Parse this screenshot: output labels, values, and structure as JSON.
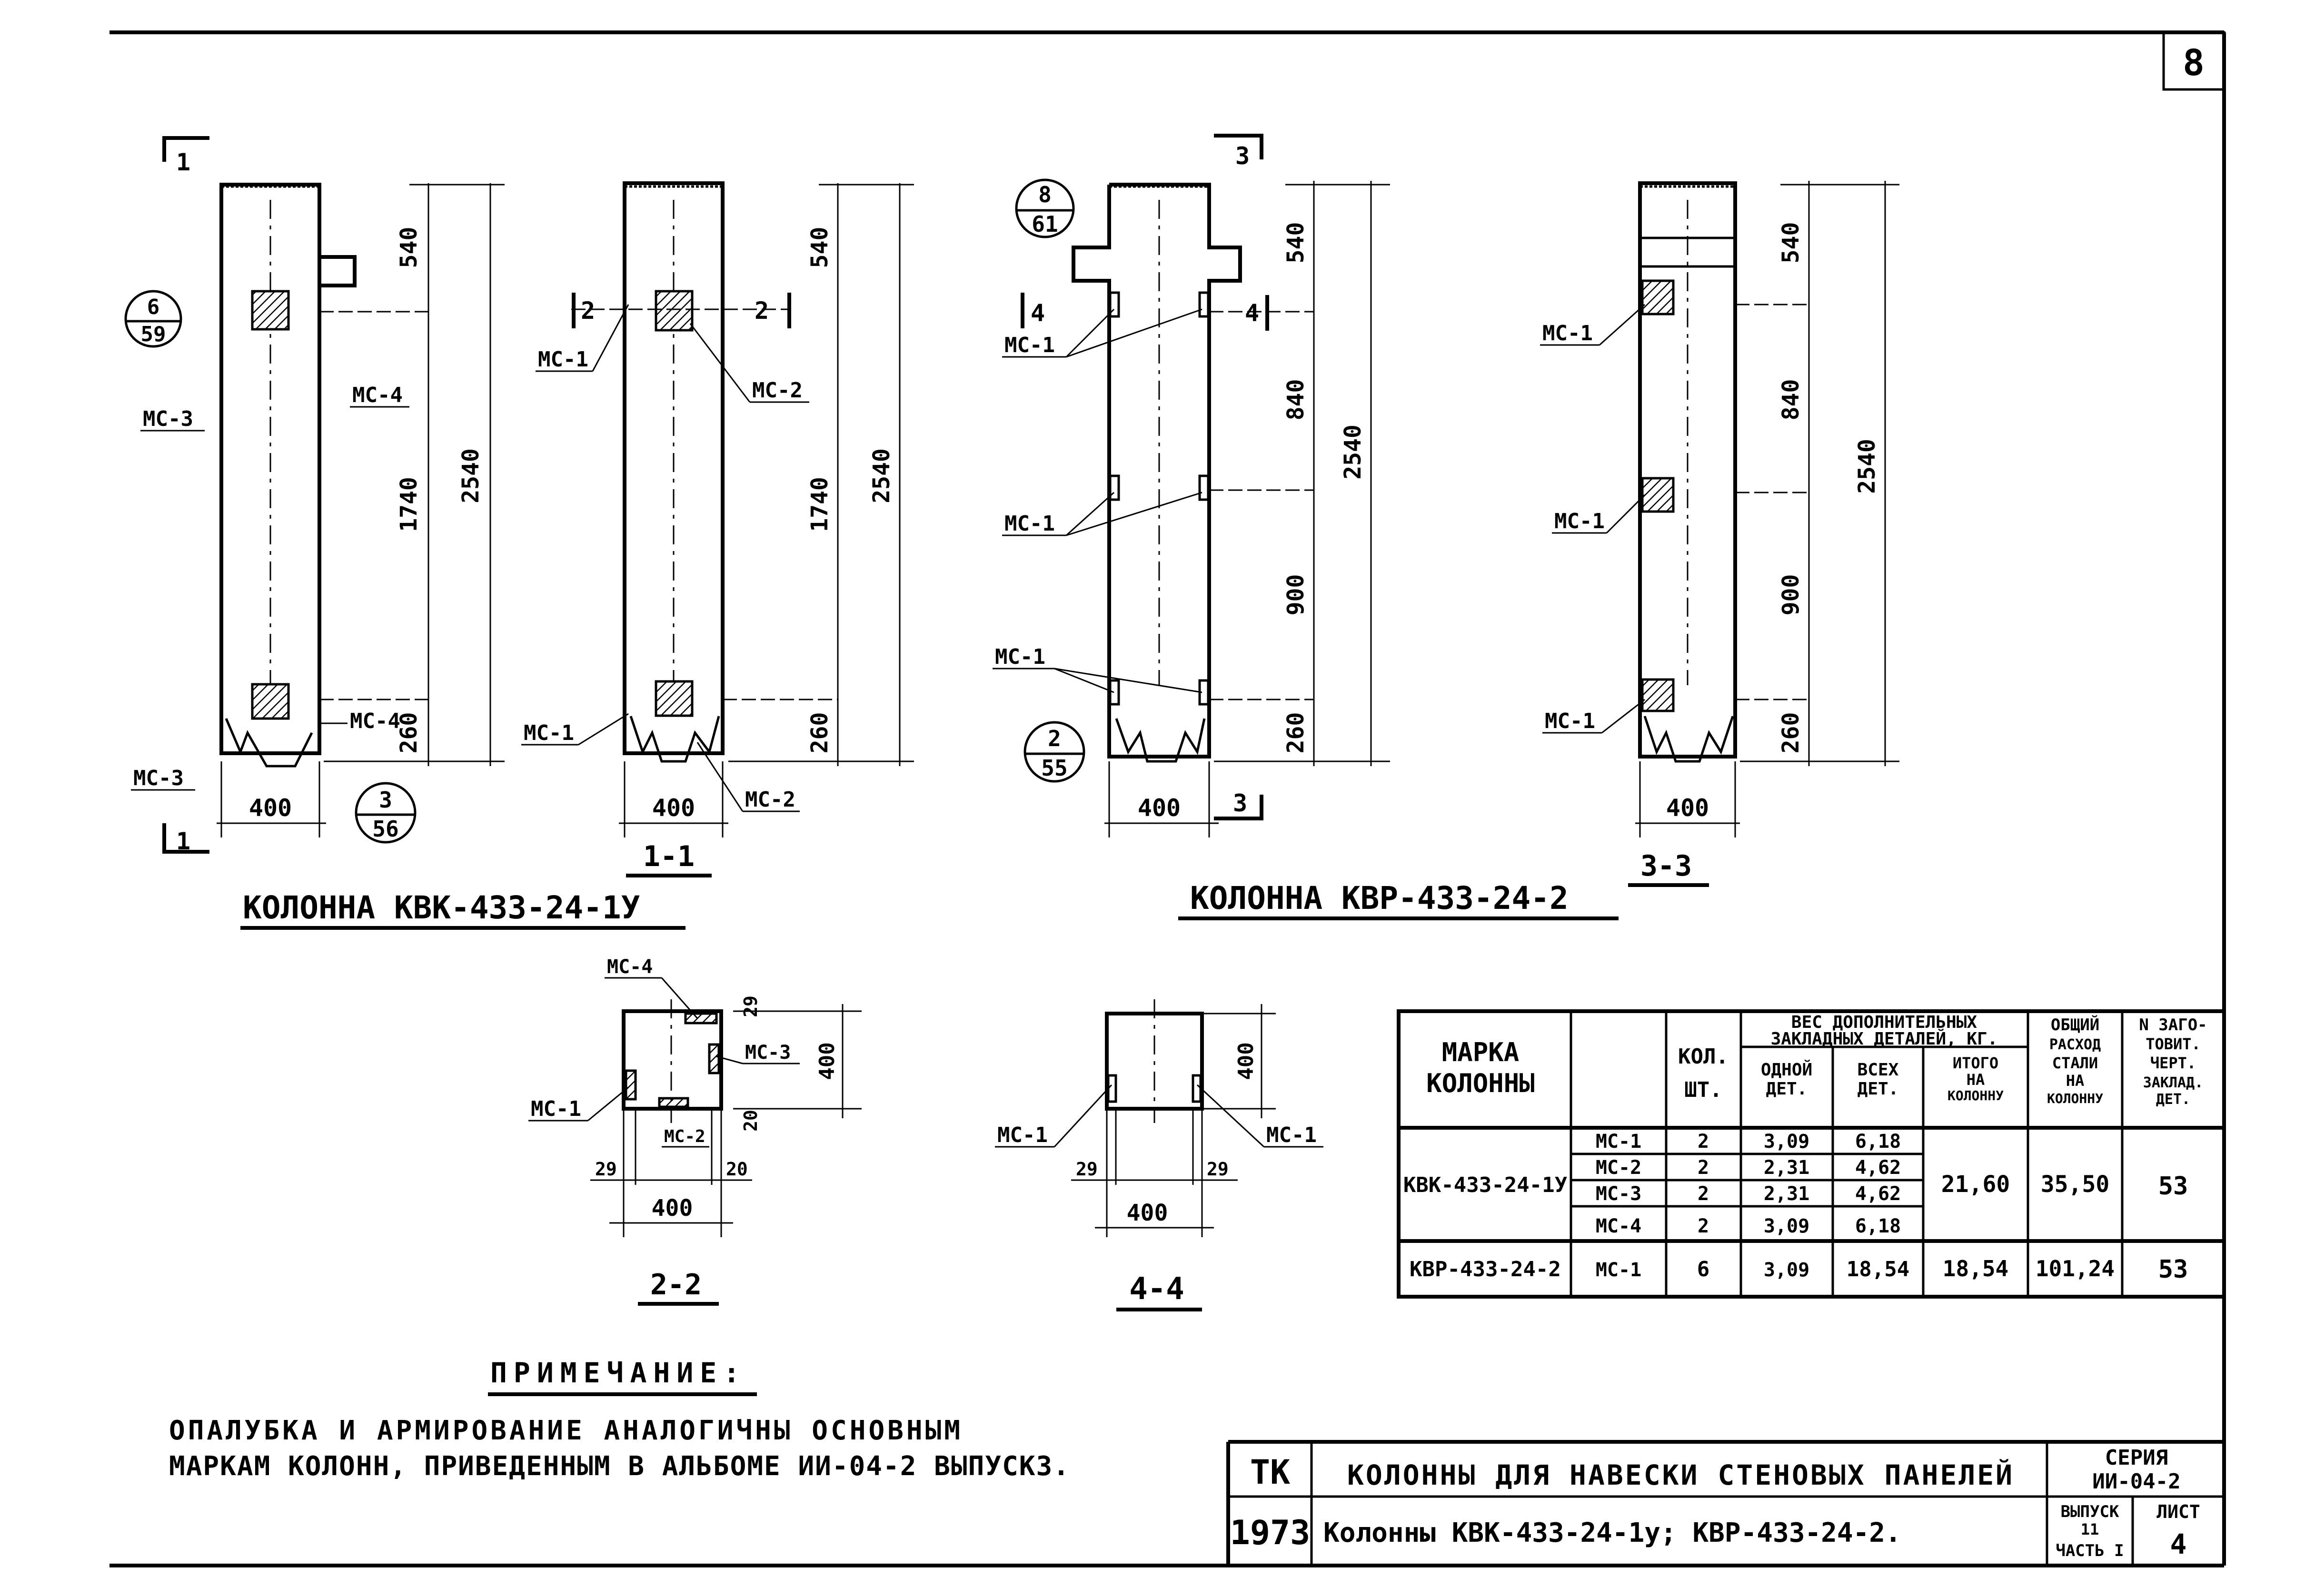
{
  "sheet": {
    "page_number": "8"
  },
  "views": {
    "v1": {
      "section_mark": "1",
      "callout_top": {
        "num": "6",
        "den": "59"
      },
      "callout_bottom": {
        "num": "3",
        "den": "56"
      },
      "labels": {
        "ms3_top": "МС-3",
        "ms4_top": "МС-4",
        "ms4_bottom": "МС-4",
        "ms3_bottom": "МС-3"
      },
      "dims": {
        "d540": "540",
        "d1740": "1740",
        "d2540": "2540",
        "d260": "260",
        "w400": "400"
      }
    },
    "v2": {
      "title": "1-1",
      "section_mark": "2",
      "labels": {
        "ms1_top": "МС-1",
        "ms2_top": "МС-2",
        "ms1_bottom": "МС-1",
        "ms2_bottom": "МС-2"
      },
      "dims": {
        "d540": "540",
        "d1740": "1740",
        "d2540": "2540",
        "d260": "260",
        "w400": "400"
      }
    },
    "v3": {
      "section_mark_3": "3",
      "section_mark_4": "4",
      "callout_top": {
        "num": "8",
        "den": "61"
      },
      "callout_bottom": {
        "num": "2",
        "den": "55"
      },
      "labels": {
        "ms1_a": "МС-1",
        "ms1_b": "МС-1",
        "ms1_c": "МС-1"
      },
      "dims": {
        "d540": "540",
        "d840": "840",
        "d900": "900",
        "d260": "260",
        "d2540": "2540",
        "w400": "400"
      }
    },
    "v4": {
      "title": "3-3",
      "labels": {
        "ms1_a": "МС-1",
        "ms1_b": "МС-1",
        "ms1_c": "МС-1"
      },
      "dims": {
        "d540": "540",
        "d840": "840",
        "d900": "900",
        "d260": "260",
        "d2540": "2540",
        "w400": "400"
      }
    },
    "s22": {
      "title": "2-2",
      "labels": {
        "ms4": "МС-4",
        "ms3": "МС-3",
        "ms1": "МС-1",
        "ms2": "МС-2"
      },
      "dims": {
        "d29a": "29",
        "d400h": "400",
        "d20a": "20",
        "d29b": "29",
        "d20b": "20",
        "w400": "400"
      }
    },
    "s44": {
      "title": "4-4",
      "labels": {
        "ms1_left": "МС-1",
        "ms1_right": "МС-1"
      },
      "dims": {
        "d400h": "400",
        "d29a": "29",
        "d29b": "29",
        "w400": "400"
      }
    }
  },
  "titles": {
    "column1": "КОЛОННА КВК-433-24-1У",
    "column2": "КОЛОННА КВР-433-24-2"
  },
  "table": {
    "headers": {
      "mark": [
        "МАРКА",
        "КОЛОННЫ"
      ],
      "qty": [
        "КОЛ.",
        "ШТ."
      ],
      "weight_group": [
        "ВЕС ДОПОЛНИТЕЛЬНЫХ",
        "ЗАКЛАДНЫХ ДЕТАЛЕЙ, КГ."
      ],
      "one": [
        "ОДНОЙ",
        "ДЕТ."
      ],
      "all": [
        "ВСЕХ",
        "ДЕТ."
      ],
      "total": [
        "ИТОГО",
        "НА",
        "КОЛОННУ"
      ],
      "steel": [
        "ОБЩИЙ",
        "РАСХОД",
        "СТАЛИ",
        "НА",
        "КОЛОННУ"
      ],
      "drawing": [
        "N ЗАГО-",
        "ТОВИТ.",
        "ЧЕРТ.",
        "ЗАКЛАД.",
        "ДЕТ."
      ]
    },
    "group1": {
      "mark": "КВК-433-24-1У",
      "total": "21,60",
      "steel": "35,50",
      "drawing": "53",
      "rows": [
        {
          "part": "МС-1",
          "qty": "2",
          "one": "3,09",
          "all": "6,18"
        },
        {
          "part": "МС-2",
          "qty": "2",
          "one": "2,31",
          "all": "4,62"
        },
        {
          "part": "МС-3",
          "qty": "2",
          "one": "2,31",
          "all": "4,62"
        },
        {
          "part": "МС-4",
          "qty": "2",
          "one": "3,09",
          "all": "6,18"
        }
      ]
    },
    "group2": {
      "mark": "КВР-433-24-2",
      "part": "МС-1",
      "qty": "6",
      "one": "3,09",
      "all": "18,54",
      "total": "18,54",
      "steel": "101,24",
      "drawing": "53"
    }
  },
  "note": {
    "heading": "ПРИМЕЧАНИЕ:",
    "line1": "ОПАЛУБКА И АРМИРОВАНИЕ АНАЛОГИЧНЫ ОСНОВНЫМ",
    "line2": "МАРКАМ КОЛОНН, ПРИВЕДЕННЫМ В АЛЬБОМЕ ИИ-04-2 ВЫПУСК3."
  },
  "stamp": {
    "org": "ТК",
    "year": "1973",
    "title1": "КОЛОННЫ ДЛЯ НАВЕСКИ СТЕНОВЫХ ПАНЕЛЕЙ",
    "title2": "Колонны КВК-433-24-1у; КВР-433-24-2.",
    "series_label": "СЕРИЯ",
    "series_value": "ИИ-04-2",
    "issue_label": "ВЫПУСК",
    "issue_value": "11",
    "part_label": "ЧАСТЬ I",
    "sheet_label": "ЛИСТ",
    "sheet_value": "4"
  }
}
